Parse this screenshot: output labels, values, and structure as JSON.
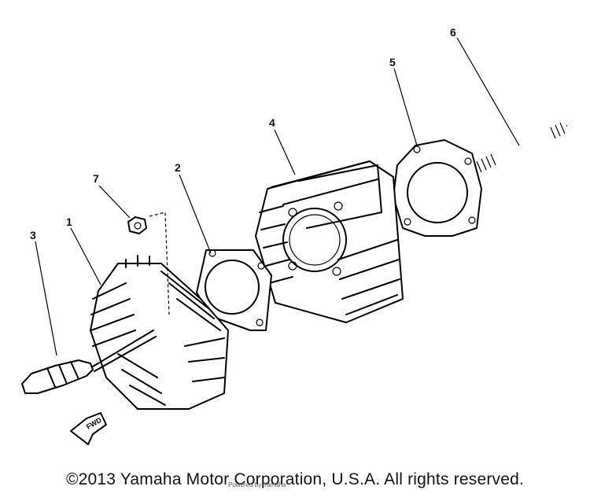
{
  "parts": [
    {
      "id": "part-1",
      "label": "1"
    },
    {
      "id": "part-2",
      "label": "2"
    },
    {
      "id": "part-3",
      "label": "3"
    },
    {
      "id": "part-4",
      "label": "4"
    },
    {
      "id": "part-5",
      "label": "5"
    },
    {
      "id": "part-6",
      "label": "6"
    },
    {
      "id": "part-7",
      "label": "7"
    }
  ],
  "direction_marker": "FWD",
  "copyright": "©2013 Yamaha Motor Corporation, U.S.A. All rights reserved.",
  "watermark": "Powered by Yamaha"
}
